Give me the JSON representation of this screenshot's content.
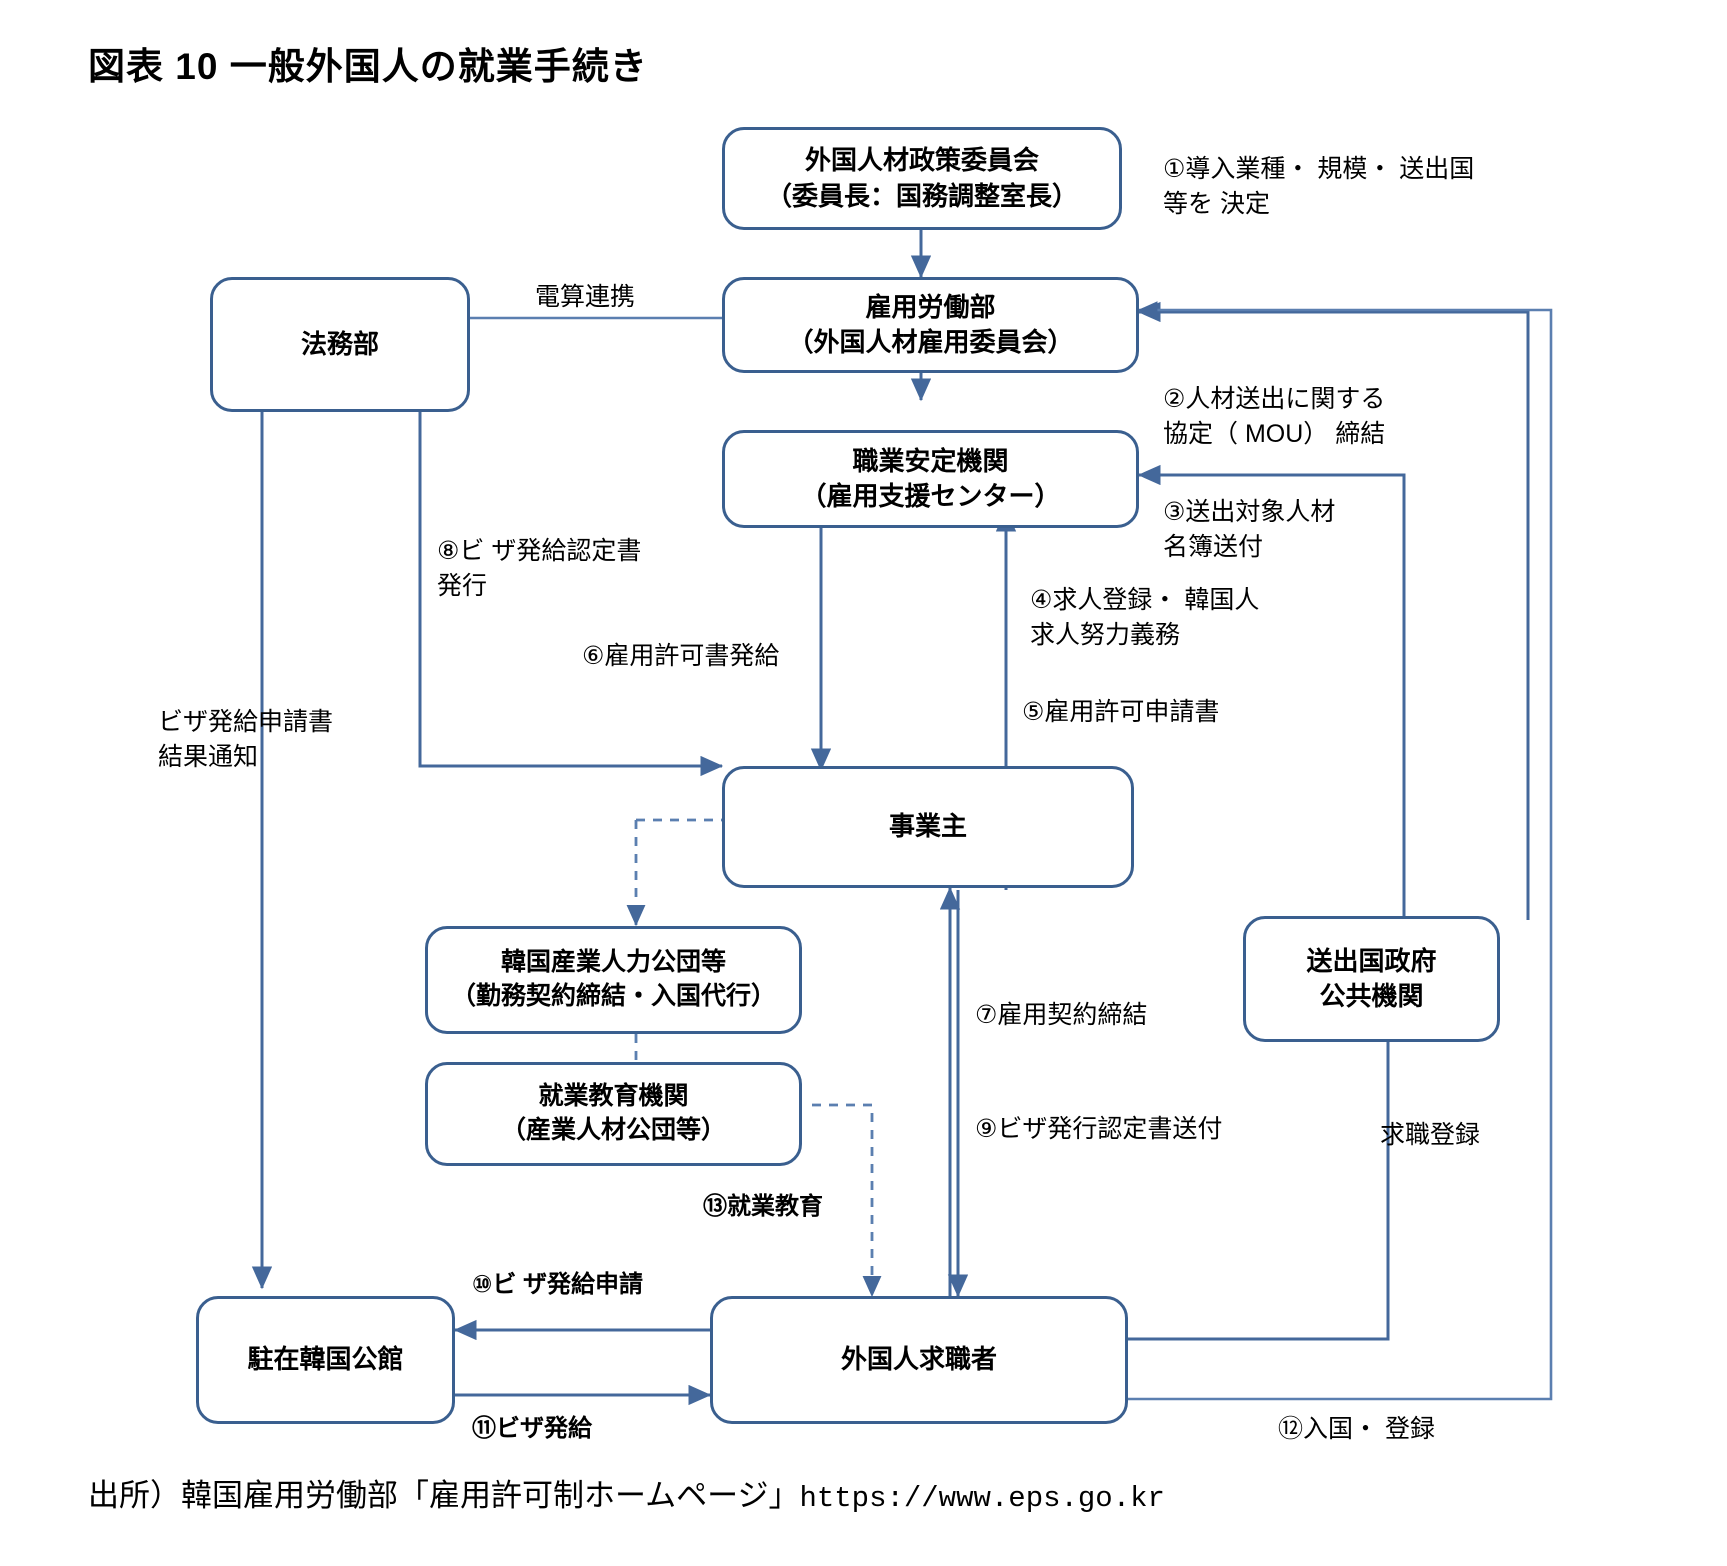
{
  "title": "図表 10 一般外国人の就業手続き",
  "colors": {
    "box_border": "#3a5f8f",
    "arrow_solid": "#44689b",
    "arrow_thin": "#5b7fb0",
    "text": "#000000",
    "background": "#ffffff"
  },
  "nodes": [
    {
      "id": "policy-committee",
      "line1": "外国人材政策委員会",
      "line2": "（委員長：国務調整室長）"
    },
    {
      "id": "ministry-labor",
      "line1": "雇用労働部",
      "line2": "（外国人材雇用委員会）"
    },
    {
      "id": "ministry-justice",
      "line1": "法務部",
      "line2": ""
    },
    {
      "id": "employment-agency",
      "line1": "職業安定機関",
      "line2": "（雇用支援センター）"
    },
    {
      "id": "employer",
      "line1": "事業主",
      "line2": ""
    },
    {
      "id": "hrd-korea",
      "line1": "韓国産業人力公団等",
      "line2": "（勤務契約締結・入国代行）"
    },
    {
      "id": "training-agency",
      "line1": "就業教育機関",
      "line2": "（産業人材公団等）"
    },
    {
      "id": "sending-gov",
      "line1": "送出国政府",
      "line2": "公共機関"
    },
    {
      "id": "korean-embassy",
      "line1": "駐在韓国公館",
      "line2": ""
    },
    {
      "id": "foreign-jobseeker",
      "line1": "外国人求職者",
      "line2": ""
    }
  ],
  "edge_labels": {
    "step1": "①導入業種・ 規模・ 送出国\n等を 決定",
    "step2": "②人材送出に関する\n協定（ MOU） 締結",
    "step3": "③送出対象人材\n名簿送付",
    "step4": "④求人登録・ 韓国人\n求人努力義務",
    "step5": "⑤雇用許可申請書",
    "step6": "⑥雇用許可書発給",
    "step7": "⑦雇用契約締結",
    "step8": "⑧ビ ザ発給認定書\n発行",
    "step9": "⑨ビザ発行認定書送付",
    "step10": "⑩ビ ザ発給申請",
    "step11": "⑪ビザ発給",
    "step12": "⑫入国・ 登録",
    "step13": "⑬就業教育",
    "denzan": "電算連携",
    "visa_result": "ビザ発給申請書\n結果通知",
    "job_register": "求職登録"
  },
  "footer": {
    "source_prefix": "出所）韓国雇用労働部「雇用許可制ホームページ」",
    "url": "https://www.eps.go.kr"
  }
}
